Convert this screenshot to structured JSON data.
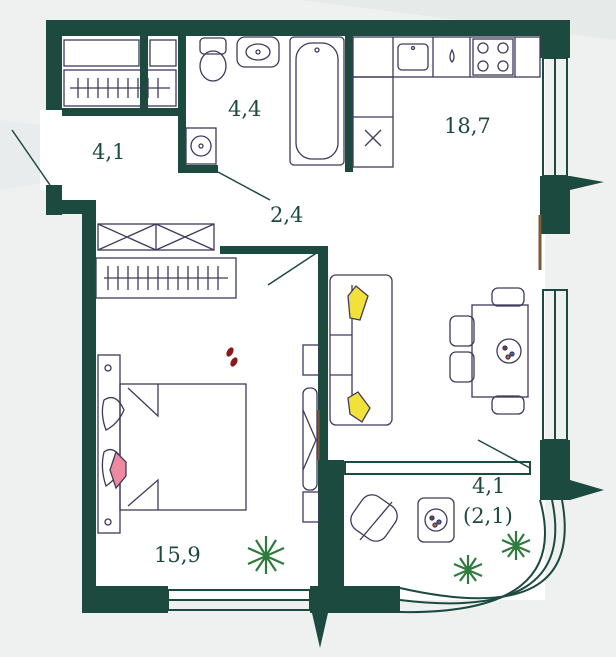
{
  "rooms": [
    {
      "id": "hall",
      "area": "4,1"
    },
    {
      "id": "bathroom",
      "area": "4,4"
    },
    {
      "id": "closet",
      "area": "2,4"
    },
    {
      "id": "kitchen-living",
      "area": "18,7"
    },
    {
      "id": "bedroom",
      "area": "15,9"
    },
    {
      "id": "balcony",
      "area": "4,1",
      "sub_area": "(2,1)"
    }
  ],
  "colors": {
    "wall": "#1c4a3f",
    "background": "#eef1f0",
    "floor": "#ffffff",
    "line": "#3e3a5c",
    "pillow": "#f2e13a",
    "pillow_pink": "#ee8aa0",
    "plant": "#2f7a3d"
  },
  "icons": [
    "toilet-icon",
    "sink-icon",
    "bathtub-icon",
    "stove-icon",
    "bed-icon",
    "sofa-icon",
    "dining-table-icon",
    "plant-icon",
    "slippers-icon",
    "wardrobe-icon"
  ]
}
